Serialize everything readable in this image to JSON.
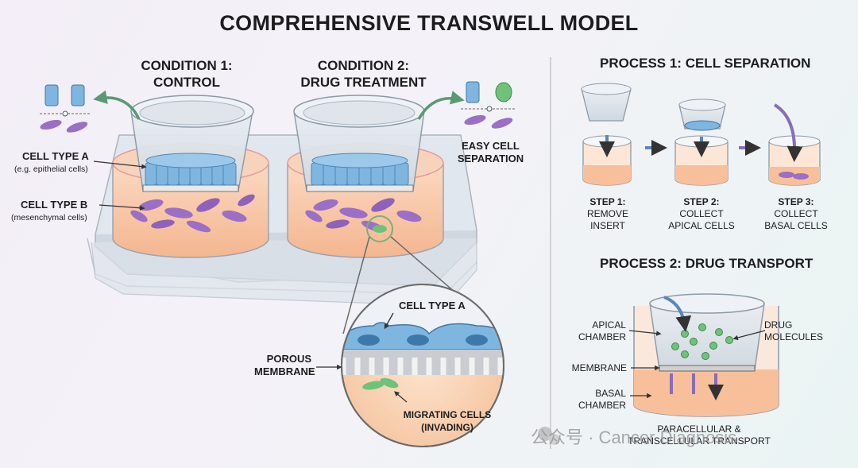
{
  "title": "COMPREHENSIVE TRANSWELL MODEL",
  "conditions": {
    "control_line1": "CONDITION 1:",
    "control_line2": "CONTROL",
    "drug_line1": "CONDITION 2:",
    "drug_line2": "DRUG TREATMENT"
  },
  "labels": {
    "cell_type_a": "CELL TYPE A",
    "cell_type_a_sub": "(e.g. epithelial cells)",
    "cell_type_b": "CELL TYPE B",
    "cell_type_b_sub": "(mesenchymal cells)",
    "easy_sep_1": "EASY CELL",
    "easy_sep_2": "SEPARATION"
  },
  "zoom": {
    "cell_type_a": "CELL TYPE A",
    "porous_1": "POROUS",
    "porous_2": "MEMBRANE",
    "migrating_1": "MIGRATING CELLS",
    "migrating_2": "(INVADING)"
  },
  "process1": {
    "title": "PROCESS 1: CELL SEPARATION",
    "steps": [
      {
        "l1": "STEP 1:",
        "l2": "REMOVE",
        "l3": "INSERT"
      },
      {
        "l1": "STEP 2:",
        "l2": "COLLECT",
        "l3": "APICAL CELLS"
      },
      {
        "l1": "STEP 3:",
        "l2": "COLLECT",
        "l3": "BASAL CELLS"
      }
    ]
  },
  "process2": {
    "title": "PROCESS 2: DRUG TRANSPORT",
    "apical_1": "APICAL",
    "apical_2": "CHAMBER",
    "membrane": "MEMBRANE",
    "basal_1": "BASAL",
    "basal_2": "CHAMBER",
    "drug_1": "DRUG",
    "drug_2": "MOLECULES",
    "transport_1": "PARACELLULAR &",
    "transport_2": "TRANSCELLULAR TRANSPORT"
  },
  "watermark": "公众号 · Cancer Diagnosis",
  "colors": {
    "apical_cell": "#7fb6e0",
    "basal_cell": "#9b6fc6",
    "migrating_cell": "#6fc27a",
    "medium": "#f7c7a3",
    "arrow_green": "#5a9a72",
    "arrow_purple": "#8a6cb8",
    "arrow_blue": "#5a86b8"
  }
}
